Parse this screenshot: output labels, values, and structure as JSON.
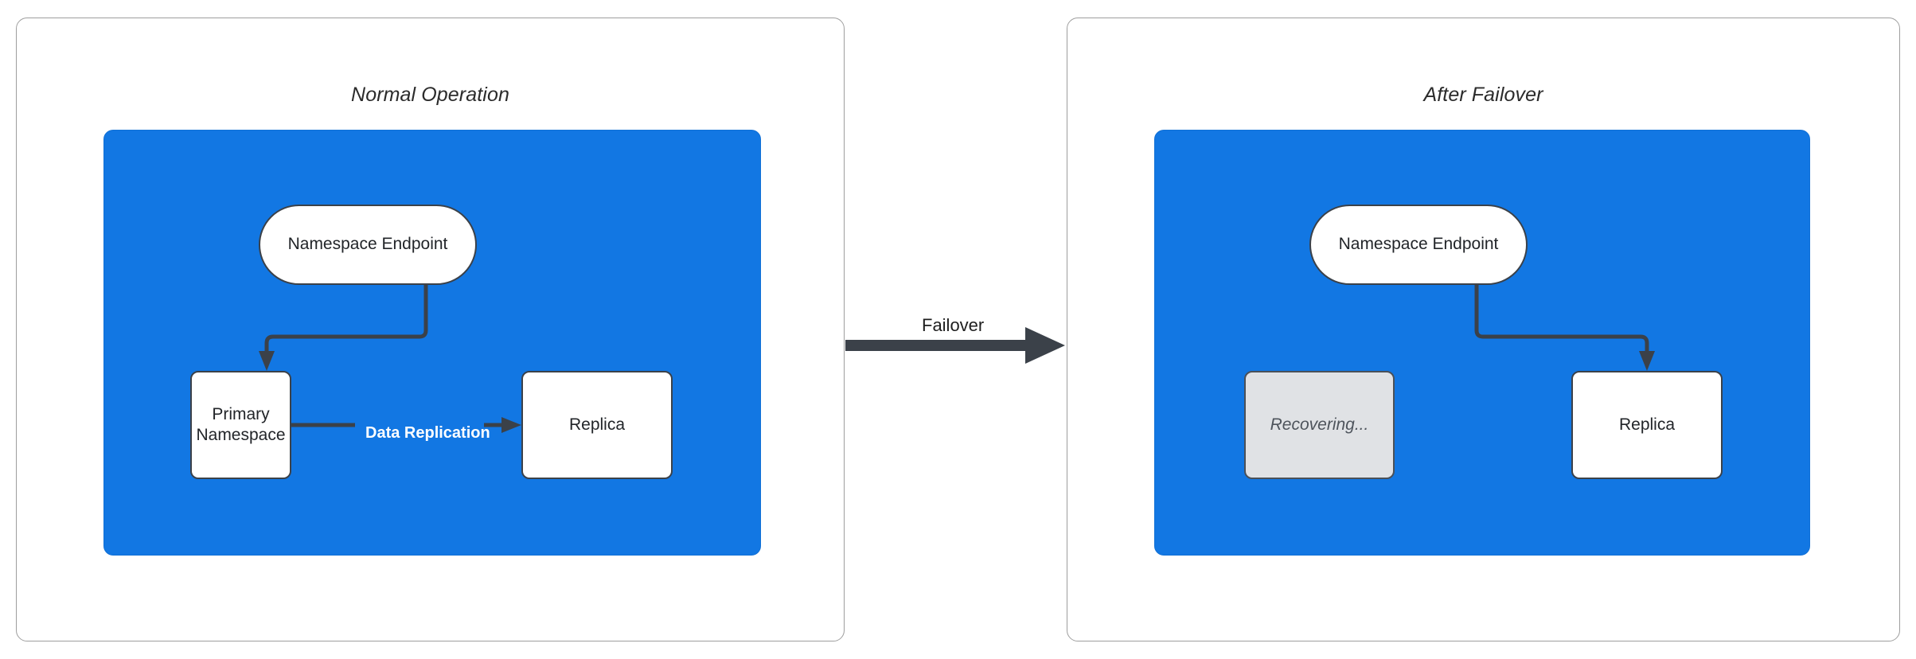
{
  "diagram": {
    "panels": [
      {
        "id": "normal-operation",
        "title": "Normal Operation",
        "nodes": [
          {
            "id": "endpoint",
            "label": "Namespace Endpoint",
            "shape": "pill",
            "state": "active"
          },
          {
            "id": "primary",
            "label": "Primary\nNamespace",
            "shape": "box",
            "state": "active"
          },
          {
            "id": "replica",
            "label": "Replica",
            "shape": "box",
            "state": "active"
          }
        ],
        "edges": [
          {
            "from": "endpoint",
            "to": "primary",
            "label": ""
          },
          {
            "from": "primary",
            "to": "replica",
            "label": "Data Replication"
          }
        ]
      },
      {
        "id": "after-failover",
        "title": "After Failover",
        "nodes": [
          {
            "id": "endpoint",
            "label": "Namespace Endpoint",
            "shape": "pill",
            "state": "active"
          },
          {
            "id": "recovering",
            "label": "Recovering...",
            "shape": "box",
            "state": "muted"
          },
          {
            "id": "replica",
            "label": "Replica",
            "shape": "box",
            "state": "active"
          }
        ],
        "edges": [
          {
            "from": "endpoint",
            "to": "replica",
            "label": ""
          }
        ]
      }
    ],
    "transition": {
      "label": "Failover",
      "from_panel": "normal-operation",
      "to_panel": "after-failover"
    },
    "labels": {
      "panel_left_title": "Normal Operation",
      "panel_right_title": "After Failover",
      "endpoint_left": "Namespace Endpoint",
      "endpoint_right": "Namespace Endpoint",
      "primary_line1": "Primary",
      "primary_line2": "Namespace",
      "replica_left": "Replica",
      "replica_right": "Replica",
      "recovering": "Recovering...",
      "data_replication": "Data Replication",
      "failover": "Failover"
    },
    "colors": {
      "region_blue": "#1277E3",
      "node_fill": "#FFFFFF",
      "muted_fill": "#E0E2E5",
      "stroke_dark": "#3B4149",
      "panel_border": "#9E9E9E",
      "edge_label_light": "#FFFFFF",
      "text_dark": "#222529"
    }
  }
}
